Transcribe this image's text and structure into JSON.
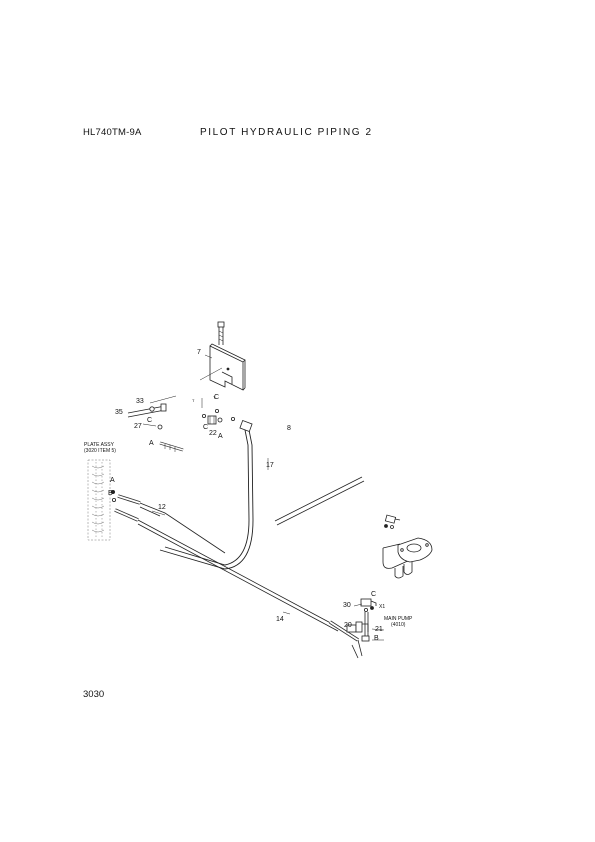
{
  "header": {
    "model": "HL740TM-9A",
    "title": "PILOT HYDRAULIC PIPING 2"
  },
  "page_number": "3030",
  "labels": {
    "plate_assy_line1": "PLATE ASSY",
    "plate_assy_line2": "(3020 ITEM 5)",
    "main_pump_line1": "MAIN PUMP",
    "main_pump_line2": "(4010)",
    "callout_7": "7",
    "callout_8": "8",
    "callout_12": "12",
    "callout_14": "14",
    "callout_17": "17",
    "callout_20": "20",
    "callout_21": "21",
    "callout_22": "22",
    "callout_27": "27",
    "callout_30": "30",
    "callout_33": "33",
    "callout_35": "35",
    "port_a1": "A",
    "port_a2": "A",
    "port_a3": "A",
    "port_b1": "B",
    "port_b2": "B",
    "port_c1": "C",
    "port_c2": "C",
    "port_c3": "C",
    "port_c4": "C",
    "port_x1": "X1"
  }
}
